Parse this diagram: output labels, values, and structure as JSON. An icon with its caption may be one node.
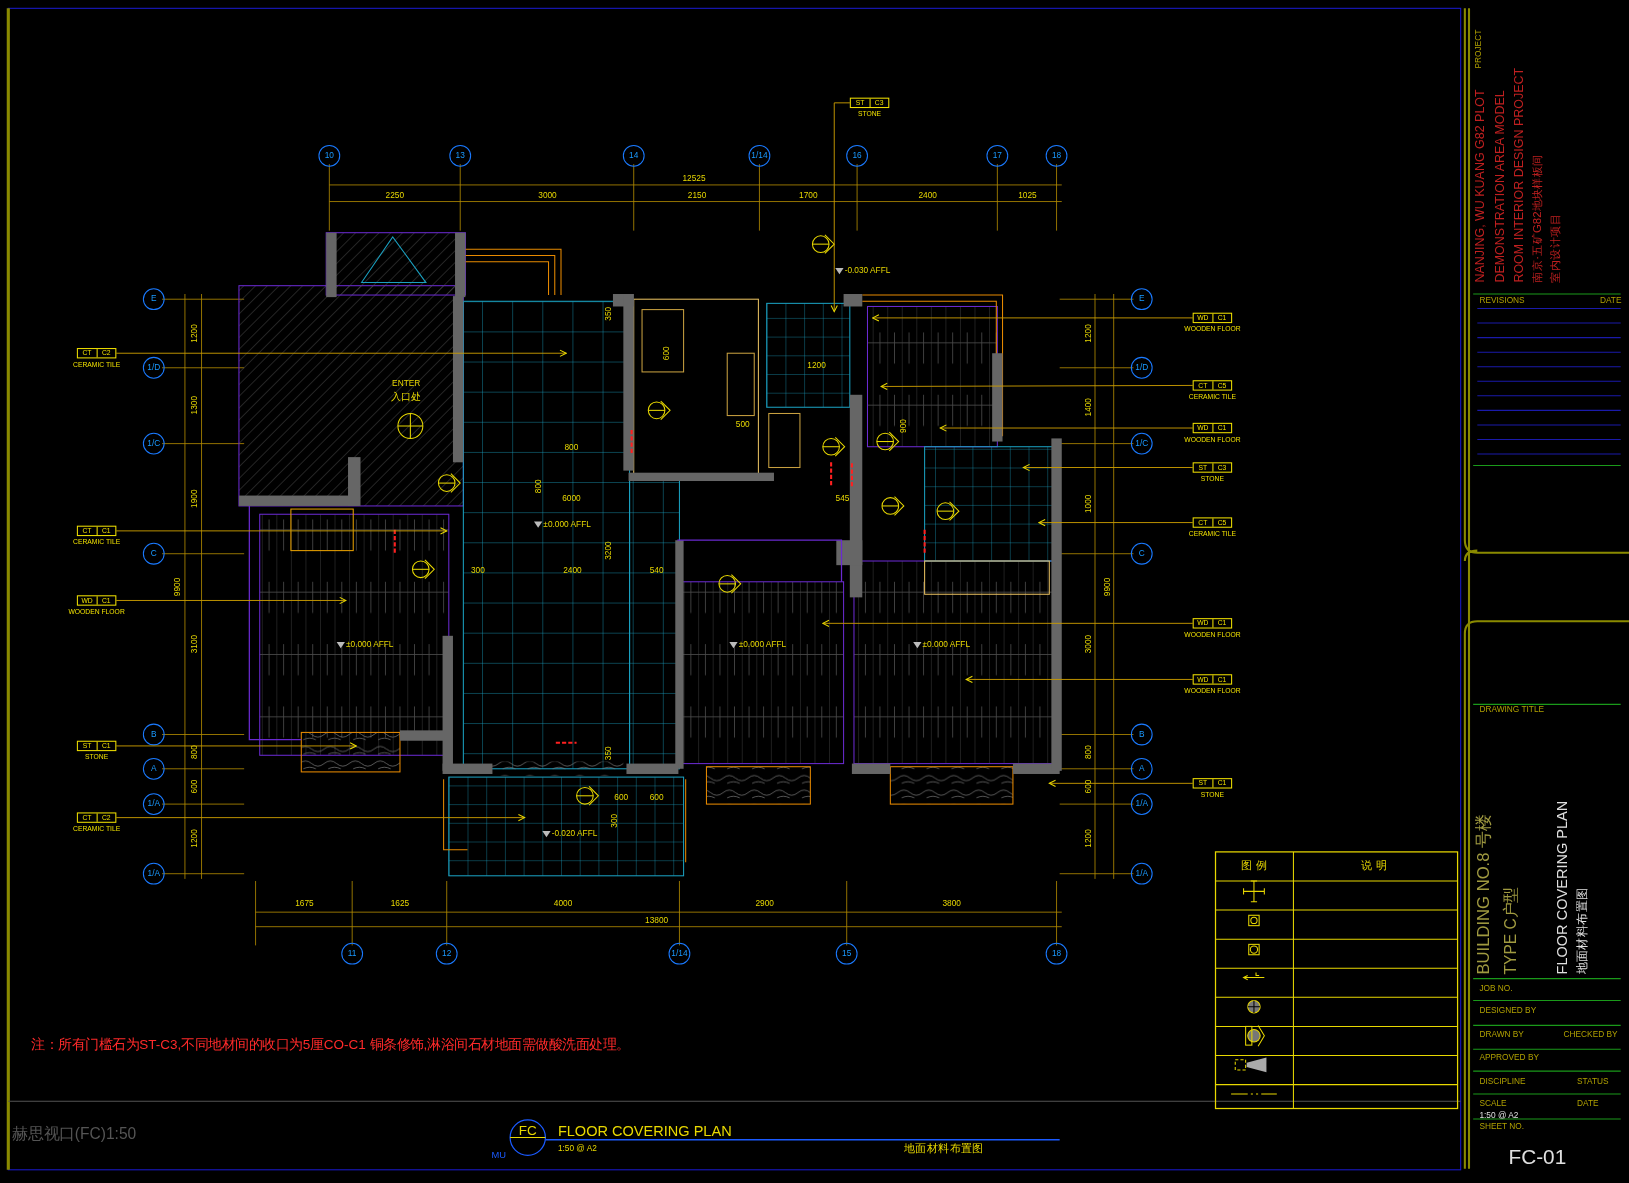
{
  "diagram": {
    "title": "FLOOR COVERING PLAN",
    "nodes": [
      {
        "text": [
          "CT",
          "C2"
        ],
        "beside": [
          "CERAMIC TILE"
        ]
      },
      {
        "text": [
          "CT",
          "C1"
        ],
        "beside": [
          "CERAMIC TILE"
        ]
      },
      {
        "text": [
          "WD",
          "C1"
        ],
        "beside": [
          "WOODEN FLOOR"
        ]
      },
      {
        "text": [
          "ST",
          "C1"
        ],
        "beside": [
          "STONE"
        ]
      },
      {
        "text": [
          "CT",
          "C2"
        ],
        "beside": [
          "CERAMIC TILE"
        ]
      },
      {
        "text": [
          "ST",
          "C3"
        ],
        "beside": [
          "STONE"
        ]
      },
      {
        "text": [
          "WD",
          "C1"
        ],
        "beside": [
          "WOODEN FLOOR"
        ]
      },
      {
        "text": [
          "CT",
          "C5"
        ],
        "beside": [
          "CERAMIC TILE"
        ]
      },
      {
        "text": [
          "WD",
          "C1"
        ],
        "beside": [
          "WOODEN FLOOR"
        ]
      },
      {
        "text": [
          "ST",
          "C3"
        ],
        "beside": [
          "STONE"
        ]
      },
      {
        "text": [
          "CT",
          "C5"
        ],
        "beside": [
          "CERAMIC TILE"
        ]
      },
      {
        "text": [
          "WD",
          "C1"
        ],
        "beside": [
          "WOODEN FLOOR"
        ]
      },
      {
        "text": [
          "WD",
          "C1"
        ],
        "beside": [
          "WOODEN FLOOR"
        ]
      },
      {
        "text": [
          "ST",
          "C1"
        ],
        "beside": [
          "STONE"
        ]
      }
    ],
    "edges": [
      {
        "from": 0,
        "to": null,
        "arrow": "to"
      },
      {
        "from": 1,
        "to": null,
        "arrow": "to"
      },
      {
        "from": 2,
        "to": null,
        "arrow": "to"
      },
      {
        "from": 3,
        "to": null,
        "arrow": "to"
      },
      {
        "from": 4,
        "to": null,
        "arrow": "to"
      },
      {
        "from": 5,
        "to": null,
        "arrow": "to"
      },
      {
        "from": 6,
        "to": null,
        "arrow": "to"
      },
      {
        "from": 7,
        "to": null,
        "arrow": "to"
      },
      {
        "from": 8,
        "to": null,
        "arrow": "to"
      },
      {
        "from": 9,
        "to": null,
        "arrow": "to"
      },
      {
        "from": 10,
        "to": null,
        "arrow": "to"
      },
      {
        "from": 11,
        "to": null,
        "arrow": "to"
      },
      {
        "from": 12,
        "to": null,
        "arrow": "to"
      },
      {
        "from": 13,
        "to": null,
        "arrow": "to"
      }
    ],
    "labels": [
      "10",
      "13",
      "14",
      "1/14",
      "16",
      "17",
      "18",
      "12525",
      "2250",
      "3000",
      "2150",
      "1700",
      "2400",
      "1025",
      "E",
      "1/D",
      "1/C",
      "C",
      "B",
      "A",
      "1/A",
      "1/A",
      "1200",
      "1300",
      "1900",
      "3100",
      "800",
      "600",
      "1200",
      "9900",
      "E",
      "1/D",
      "1/C",
      "C",
      "B",
      "A",
      "1/A",
      "1/A",
      "1200",
      "1400",
      "1000",
      "3000",
      "800",
      "600",
      "1200",
      "9900",
      "11",
      "12",
      "1/14",
      "15",
      "18",
      "1675",
      "1625",
      "4000",
      "2900",
      "3800",
      "13800",
      "ENTER",
      "入口处",
      "-0.030 AFFL",
      "±0.000 AFFL",
      "±0.000 AFFL",
      "±0.000 AFFL",
      "±0.000 AFFL",
      "-0.020 AFFL",
      "350",
      "600",
      "1200",
      "500",
      "800",
      "900",
      "800",
      "6000",
      "545",
      "3200",
      "300",
      "2400",
      "540",
      "350",
      "600",
      "600",
      "300",
      "注：所有门槛石为ST-C3,不同地材间的收口为5厘CO-C1 铜条修饰,淋浴间石材地面需做酸洗面处理。",
      "图 例",
      "说 明",
      "赫思视口(FC)1:50",
      "FC",
      "MU",
      "1:50 @ A2",
      "地面材料布置图",
      "PROJECT",
      "NANJING, WU KUANG G82 PLOT",
      "DEMONSTRATION AREA MODEL",
      "ROOM INTERIOR DESIGN PROJECT",
      "南京·五矿G82地块样板间",
      "室内设计项目",
      "REVISIONS",
      "DATE",
      "DRAWING TITLE",
      "BUILDING NO.8 号楼",
      "TYPE C户型",
      "FLOOR COVERING PLAN",
      "地面材料布置图",
      "JOB NO.",
      "DESIGNED BY",
      "DRAWN BY",
      "CHECKED BY",
      "APPROVED BY",
      "DISCIPLINE",
      "STATUS",
      "SCALE",
      "DATE",
      "1:50 @ A2",
      "SHEET NO.",
      "FC-01"
    ]
  }
}
